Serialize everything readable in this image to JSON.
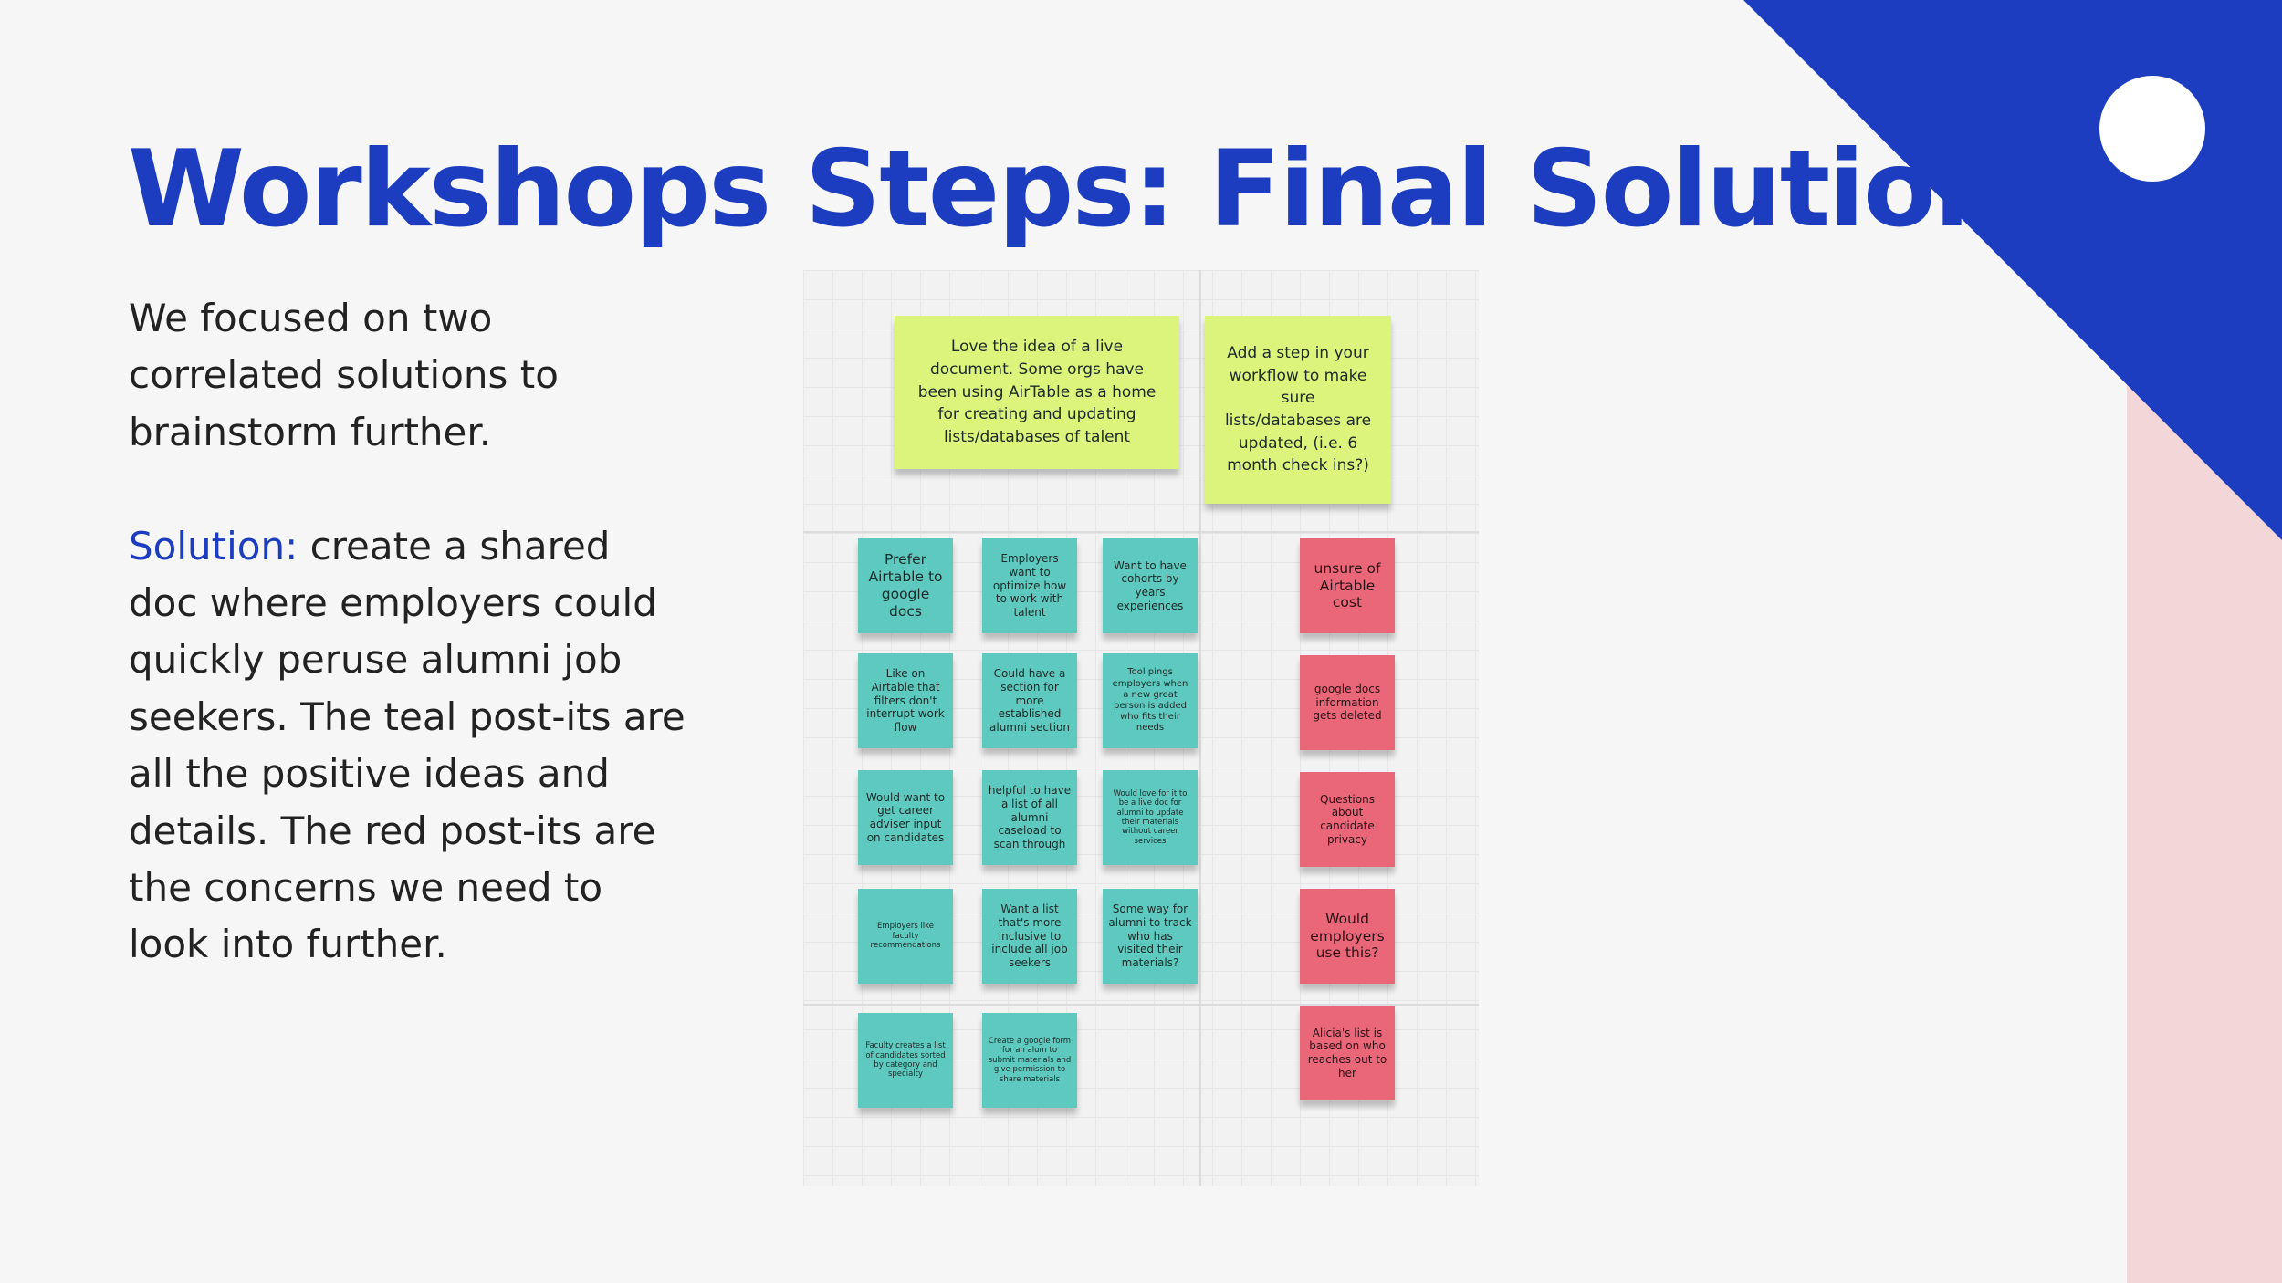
{
  "slide": {
    "title": "Workshops Steps: Final Solution",
    "intro": "We focused on two correlated solutions to brainstorm further.",
    "solution_label": "Solution:",
    "solution_text": " create a shared doc where employers could quickly peruse alumni job seekers. The teal post-its are all the positive ideas and details. The red post-its are the concerns we need to look into further."
  },
  "colors": {
    "accent_blue": "#1c3dbf",
    "note_green": "#dcf47c",
    "note_teal": "#5ec9be",
    "note_red": "#ea6679",
    "deco_pink": "#f3d6d8"
  },
  "board": {
    "green_notes": [
      "Love the idea of a live document. Some orgs have been using AirTable as a home for creating and updating lists/databases of talent",
      "Add a step in  your workflow to make sure lists/databases are updated, (i.e. 6 month check ins?)"
    ],
    "teal_notes": [
      "Prefer Airtable to google docs",
      "Employers want to optimize how to work with talent",
      "Want to have cohorts by years experiences",
      "Like on Airtable that filters don't interrupt work flow",
      "Could have a section for more established alumni section",
      "Tool pings employers when a new great person is added who fits their needs",
      "Would want to get career adviser input on candidates",
      "helpful to have a list of all alumni caseload to scan through",
      "Would love for it to be a live doc for alumni to update their materials without career services",
      "Employers like faculty recommendations",
      "Want a list that's more inclusive to include all job seekers",
      "Some way for alumni to track who has visited their materials?",
      "Faculty creates a list of candidates sorted by category and specialty",
      "Create a google form for an alum to submit materials and give permission to share materials"
    ],
    "red_notes": [
      "unsure of Airtable cost",
      "google docs information gets deleted",
      "Questions about candidate privacy",
      "Would employers use this?",
      "Alicia's list is based on who reaches out to her"
    ]
  }
}
